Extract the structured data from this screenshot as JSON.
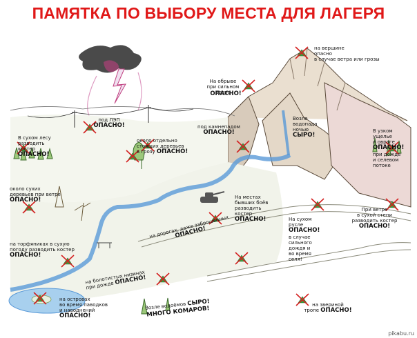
{
  "title": "ПАМЯТКА ПО ВЫБОРУ МЕСТА ДЛЯ ЛАГЕРЯ",
  "danger_word": "ОПАСНО!",
  "warnings": {
    "summit": "на вершине\nопасно\nв случае ветра или грозы",
    "cliff": "На обрыве\nпри сильном\nветре",
    "powerline": "под ЛЭП",
    "under_rockfall": "под камнепадом",
    "waterfall_pre": "Возле\nводопада\nночью",
    "waterfall_word": "СЫРО!",
    "dry_forest": "В сухом лесу\nразводить\nкостер",
    "lone_trees": "около отдельно\nстоящих деревьев\nв грозу",
    "gorge": "В узком\nущелье\nи овраге",
    "gorge_tail": "при дожде\nи селевом\nпотоке",
    "dry_trees": "около сухих\nдеревьев при ветре",
    "battlefield": "На местах\nбывших боёв\nразводить\nкостер",
    "roads": "на дорогах, даже заброшенных",
    "dry_riverbed": "На сухом\nрусле",
    "dry_riverbed_tail": "в случае\nсильного\nдождя и\nво время\nселя!",
    "steppe": "При ветре\nв сухой степи\nразводить костер",
    "peat": "на торфяниках в сухую\nпогоду разводить костер",
    "swamp": "на болотистых низинах\nпри дожде",
    "islands": "на островах\nво время паводков\nи наводнений",
    "water": "Возле водоёмов",
    "water_word": "СЫРО!",
    "water_tail": "МНОГО КОМАРОВ!",
    "animal_trail": "на звериной\nтропе"
  },
  "watermark": "pikabu.ru",
  "colors": {
    "title": "#e01818",
    "cross": "#d42020",
    "tent": "#3aa040",
    "water": "#5a9ad8",
    "storm": "#c04080"
  }
}
